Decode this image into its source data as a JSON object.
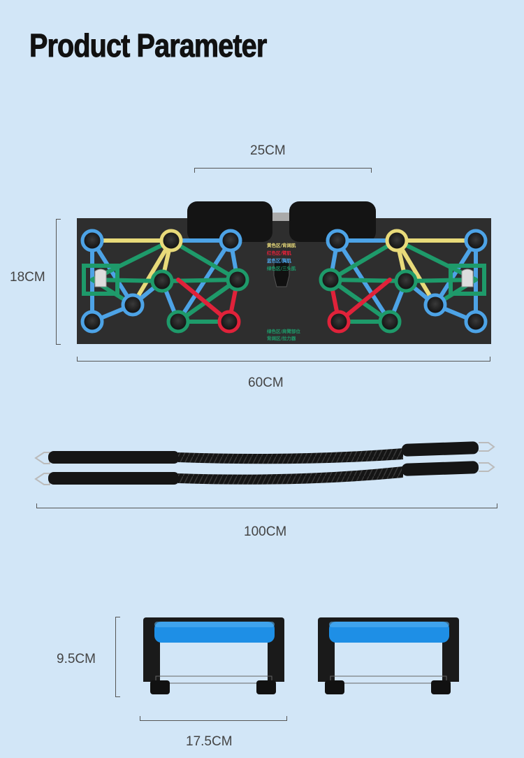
{
  "title": "Product Parameter",
  "dimensions": {
    "board_width": "25CM",
    "board_height": "18CM",
    "board_length": "60CM",
    "band_length": "100CM",
    "handle_height": "9.5CM",
    "handle_width": "17.5CM"
  },
  "board_legend": {
    "top_lines": [
      "黄色区/背阔肌",
      "红色区/臂肌",
      "蓝色区/胸肌",
      "绿色区/三头肌"
    ],
    "bottom_lines": [
      "绿色区/肩臂部位",
      "背阔区/拉力器"
    ]
  },
  "colors": {
    "background": "#d2e6f7",
    "board": "#2e2e2e",
    "blue_zone": "#4da3e6",
    "yellow_zone": "#e8da7a",
    "green_zone": "#1e9a6a",
    "red_zone": "#e0223a",
    "grip_foam": "#1e8fe6"
  }
}
